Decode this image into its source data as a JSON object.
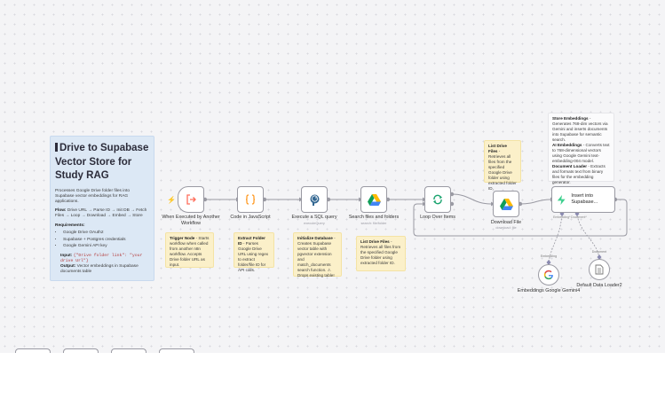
{
  "overview": {
    "title": "Drive to Supabase Vector Store for Study RAG",
    "description": "Processes Google Drive folder files into Supabase vector embeddings for RAG applications.",
    "flow_label": "Flow:",
    "flow_text": "Drive URL → Parse ID → Init DB → Fetch Files → Loop → Download → Embed → Store",
    "requirements_label": "Requirements:",
    "requirements": [
      "Google Drive OAuth2",
      "Supabase + Postgres credentials",
      "Google Gemini API key"
    ],
    "input_label": "Input:",
    "input_value": "{\"Drive folder link\": \"your drive Url\"}",
    "output_label": "Output:",
    "output_value": "Vector embeddings in Supabase documents table"
  },
  "nodes": {
    "trigger": {
      "name": "When Executed by Another Workflow",
      "icon": "exit-icon"
    },
    "code": {
      "name": "Code in JavaScript",
      "icon": "code-braces-icon"
    },
    "sql": {
      "name": "Execute a SQL query",
      "subtitle": "executeQuery",
      "icon": "postgres-elephant-icon"
    },
    "search": {
      "name": "Search files and folders",
      "subtitle": "search: file/folder",
      "icon": "google-drive-icon"
    },
    "loop": {
      "name": "Loop Over Items",
      "icon": "loop-icon"
    },
    "download": {
      "name": "Download File",
      "subtitle": "download: file",
      "icon": "google-drive-icon"
    },
    "insert": {
      "name": "Insert into Supabase...",
      "icon": "supabase-bolt-icon"
    },
    "embeddings": {
      "name": "Embeddings Google Gemini4",
      "icon": "google-g-icon"
    },
    "loader": {
      "name": "Default Data Loader2",
      "icon": "document-icon"
    }
  },
  "ports": {
    "embedding_label": "Embedding",
    "document_label": "Document",
    "embedding_star": "Embedding*",
    "document_star": "Document*"
  },
  "notes": {
    "trigger_note": {
      "title": "Trigger Node",
      "body": "- Starts workflow when called from another n8n workflow. Accepts Drive folder URL as input."
    },
    "extract_note": {
      "title": "Extract Folder ID",
      "body": "- Parses Google Drive URL using regex to extract folder/file ID for API calls."
    },
    "init_note": {
      "title": "Initialize Database",
      "body": "- Creates Supabase vector table with pgvector extension and match_documents search function. ⚠ Drops existing table!"
    },
    "list_note_1": {
      "title": "List Drive Files",
      "body": "- Retrieves all files from the specified Google Drive folder using extracted folder ID."
    },
    "list_note_2": {
      "title": "List Drive Files",
      "body": "- Retrieves all files from the specified Google Drive folder using extracted folder ID."
    },
    "store_note": {
      "store_title": "Store Embeddings",
      "store_body": "- Generates 768-dim vectors via Gemini and inserts documents into Supabase for semantic search.",
      "ai_title": "AI Embeddings",
      "ai_body": "- Converts text to 768-dimensional vectors using Google Gemini text-embedding-004 model.",
      "loader_title": "Document Loader",
      "loader_body": "- Extracts and formats text from binary files for the embedding generator."
    }
  },
  "colors": {
    "canvas": "#f4f4f6",
    "connection": "#9a9aa3",
    "sticky_yellow": "#fbf0c9",
    "sticky_blue": "#dce8f5",
    "trigger_accent": "#ff6d5a",
    "supabase_green": "#3ecf8e",
    "loop_green": "#1aa36f",
    "code_orange": "#ff9b26"
  }
}
